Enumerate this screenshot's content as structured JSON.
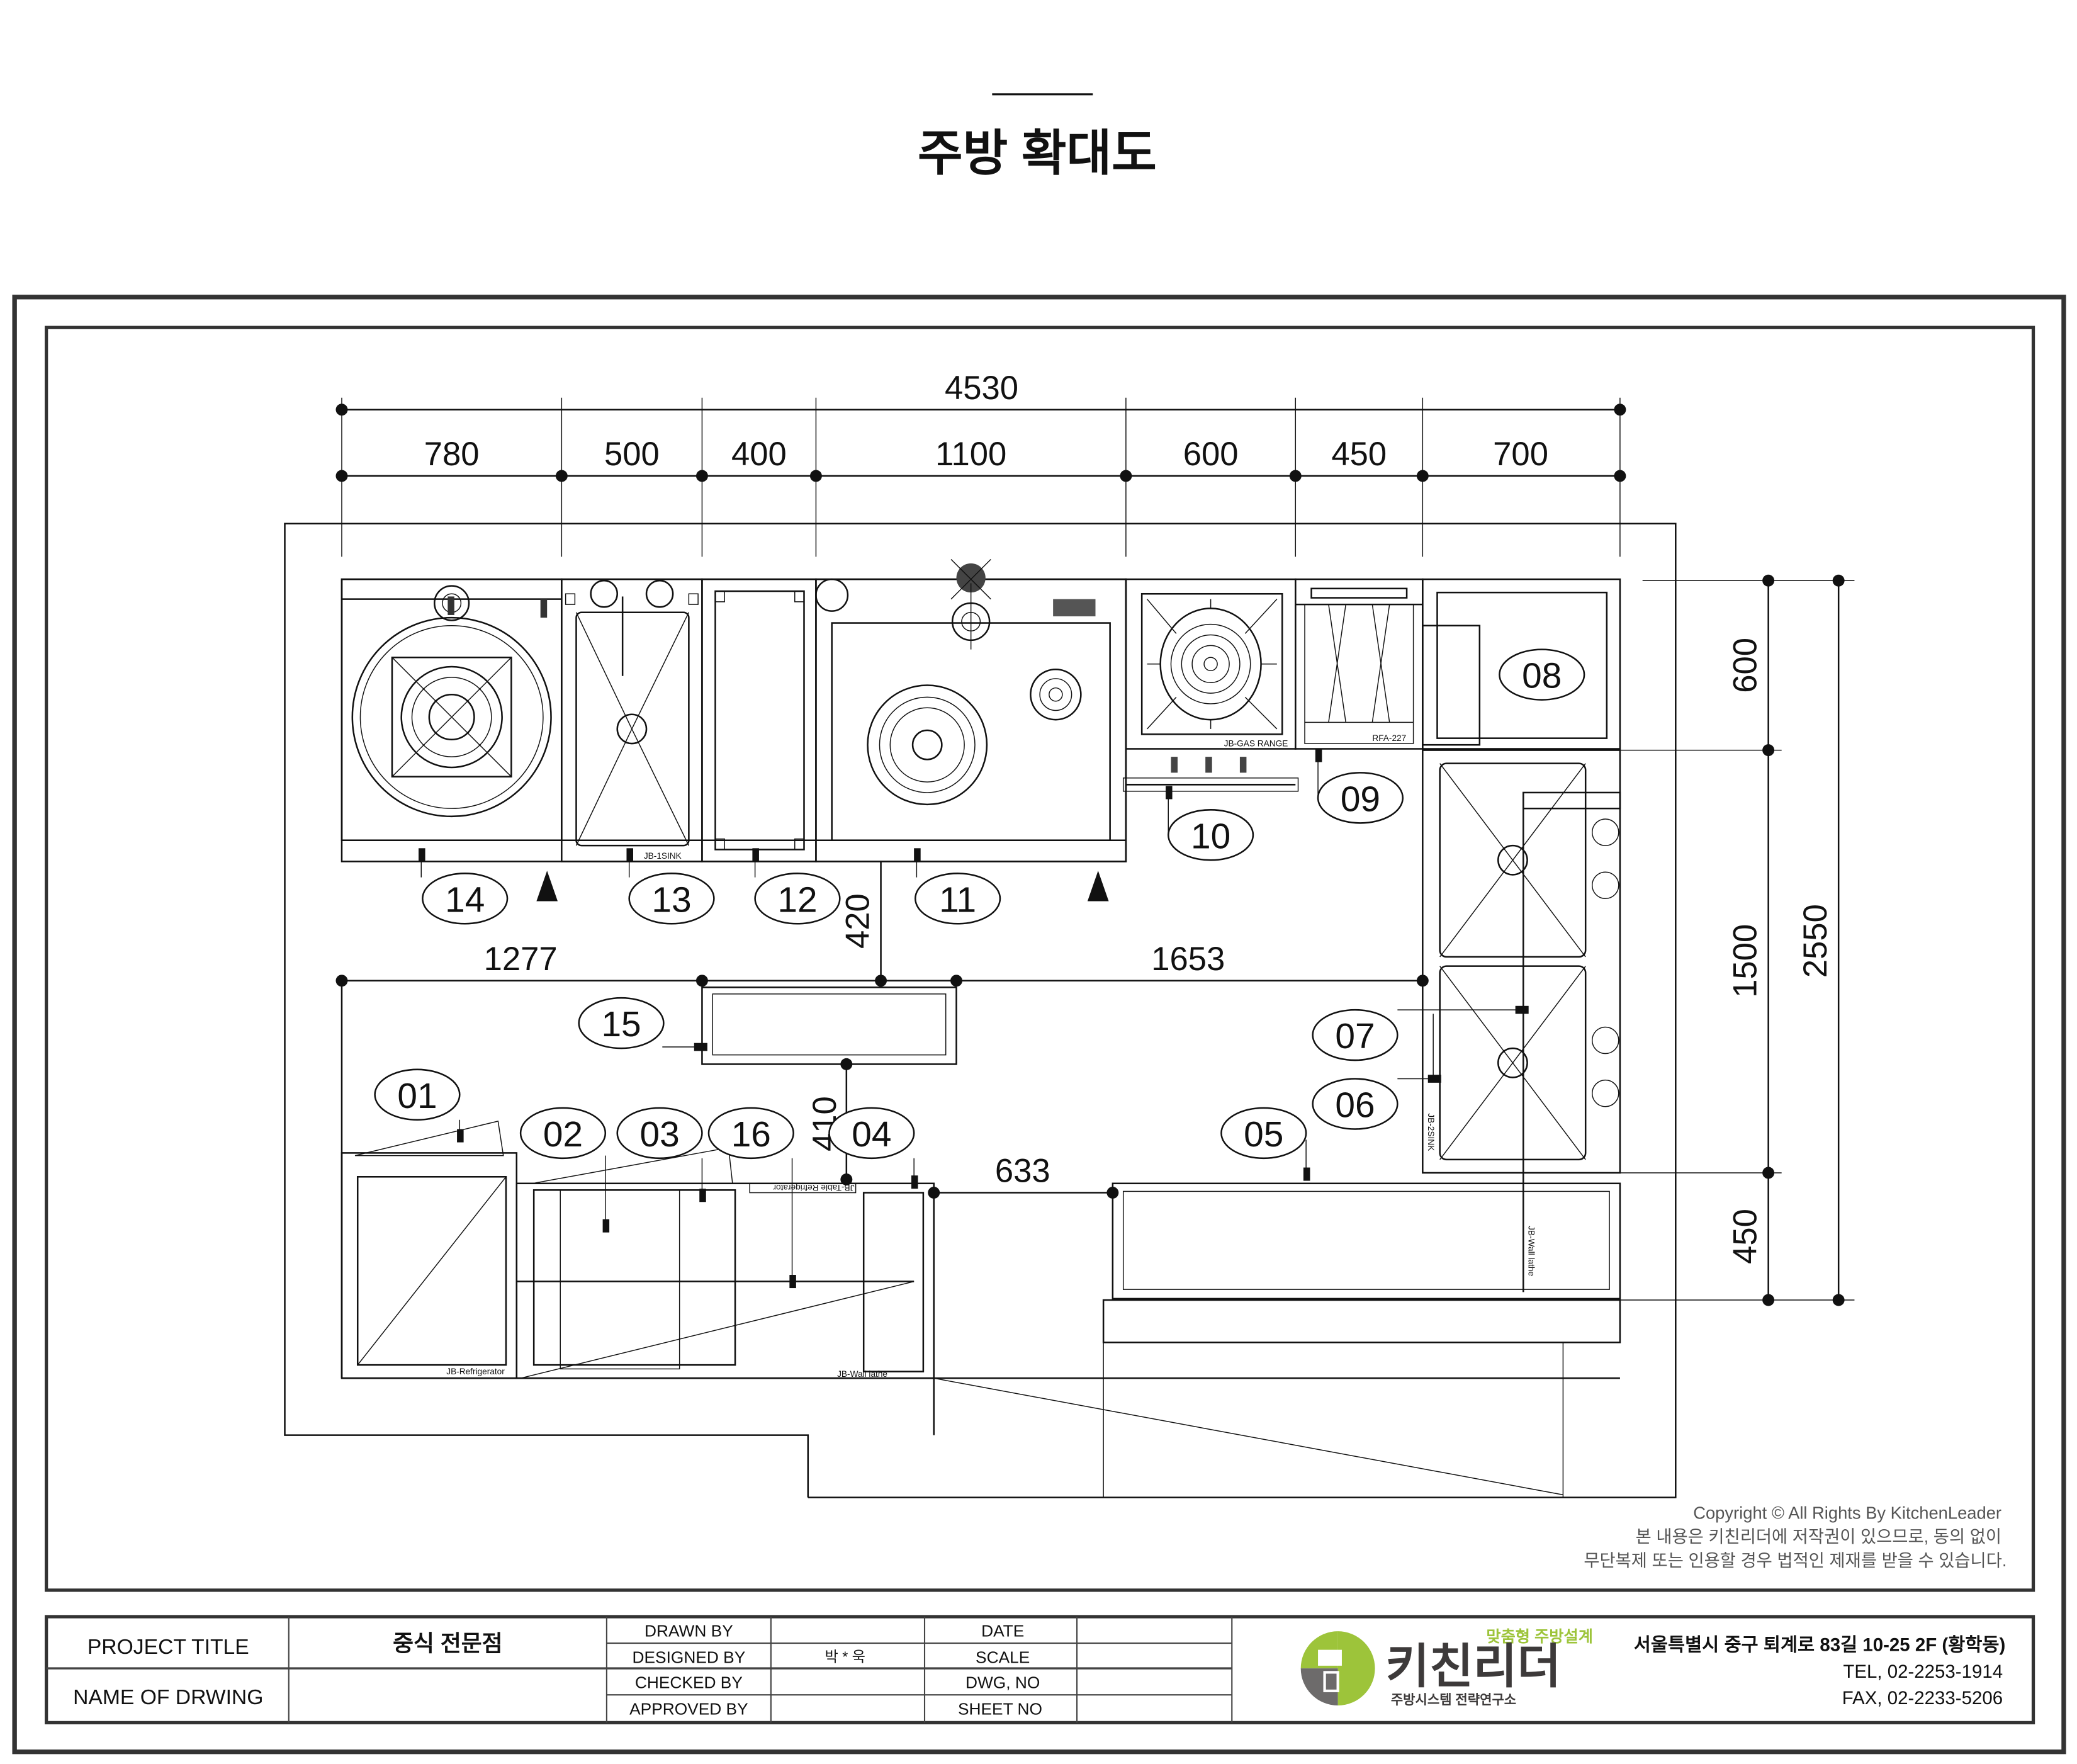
{
  "title": "주방 확대도",
  "dimensions": {
    "top_total": "4530",
    "top_segments": [
      "780",
      "500",
      "400",
      "1100",
      "600",
      "450",
      "700"
    ],
    "aisle_left": "1277",
    "aisle_right": "1653",
    "aisle_gap": "420",
    "table_gap": "410",
    "counter_gap": "633",
    "right_segments": [
      "600",
      "1500",
      "450"
    ],
    "right_total": "2550"
  },
  "equipment_labels": {
    "sink1": "JB-1SINK",
    "gas_range": "JB-GAS RANGE",
    "rfa": "RFA-227",
    "refrigerator": "JB-Refrigerator",
    "table_refrigerator": "JB-Table Refrigerator",
    "wall_lathe_left": "JB-Wall lathe",
    "sink2": "JB-2SINK",
    "wall_lathe_right": "JB-Wall lathe"
  },
  "bubbles": [
    "01",
    "02",
    "03",
    "04",
    "05",
    "06",
    "07",
    "08",
    "09",
    "10",
    "11",
    "12",
    "13",
    "14",
    "15",
    "16"
  ],
  "copyright": {
    "line1": "Copyright © All Rights By KitchenLeader",
    "line2": "본 내용은 키친리더에 저작권이 있으므로, 동의 없이",
    "line3": "무단복제 또는 인용할 경우 법적인 제재를 받을 수 있습니다."
  },
  "title_block": {
    "project_title_label": "PROJECT TITLE",
    "project_title_value": "중식 전문점",
    "name_of_drawing_label": "NAME OF DRWING",
    "drawn_by": "DRAWN BY",
    "designed_by": "DESIGNED BY",
    "designed_by_value": "박 * 욱",
    "checked_by": "CHECKED BY",
    "approved_by": "APPROVED BY",
    "date": "DATE",
    "scale": "SCALE",
    "dwg_no": "DWG, NO",
    "sheet_no": "SHEET NO"
  },
  "company": {
    "slogan": "맞춤형 주방설계",
    "name": "키친리더",
    "subtitle": "주방시스템 전략연구소",
    "address": "서울특별시 중구 퇴계로 83길 10-25 2F (황학동)",
    "tel": "TEL, 02-2253-1914",
    "fax": "FAX, 02-2233-5206",
    "green": "#9dc43a",
    "gray": "#6d6b6b"
  }
}
